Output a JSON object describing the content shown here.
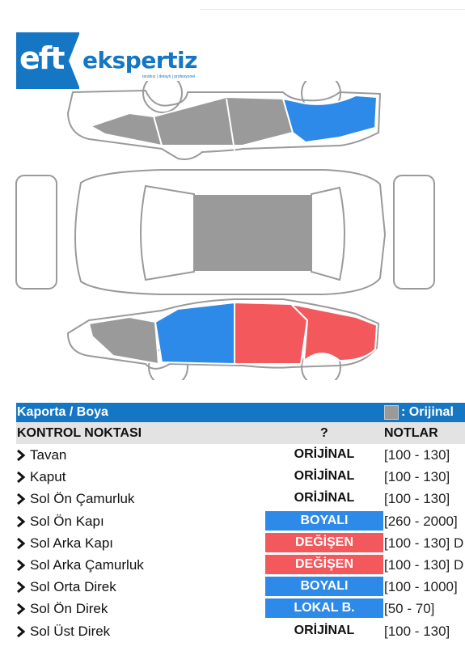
{
  "logo": {
    "mark": "eft",
    "name": "ekspertiz",
    "tagline": "tarafsız | detaylı | profesyonel"
  },
  "colors": {
    "original": "#9a9a9a",
    "painted": "#2d8ae8",
    "replaced": "#f2585c",
    "header": "#1577c3"
  },
  "table": {
    "section_title": "Kaporta / Boya",
    "legend_label": ": Orijinal",
    "col_point": "KONTROL NOKTASI",
    "col_status": "?",
    "col_notes": "NOTLAR",
    "rows": [
      {
        "name": "Tavan",
        "status": "ORİJİNAL",
        "kind": "orijinal",
        "note": "[100 - 130]"
      },
      {
        "name": "Kaput",
        "status": "ORİJİNAL",
        "kind": "orijinal",
        "note": "[100 - 130]"
      },
      {
        "name": "Sol Ön Çamurluk",
        "status": "ORİJİNAL",
        "kind": "orijinal",
        "note": "[100 - 130]"
      },
      {
        "name": "Sol Ön Kapı",
        "status": "BOYALI",
        "kind": "boyali",
        "note": "[260 - 2000]"
      },
      {
        "name": "Sol Arka Kapı",
        "status": "DEĞİŞEN",
        "kind": "degisen",
        "note": "[100 - 130] D"
      },
      {
        "name": "Sol Arka Çamurluk",
        "status": "DEĞİŞEN",
        "kind": "degisen",
        "note": "[100 - 130] D"
      },
      {
        "name": "Sol Orta Direk",
        "status": "BOYALI",
        "kind": "boyali",
        "note": "[100 - 1000]"
      },
      {
        "name": "Sol Ön Direk",
        "status": "LOKAL B.",
        "kind": "lokal",
        "note": "[50 - 70]"
      },
      {
        "name": "Sol Üst Direk",
        "status": "ORİJİNAL",
        "kind": "orijinal",
        "note": "[100 - 130]"
      }
    ]
  }
}
